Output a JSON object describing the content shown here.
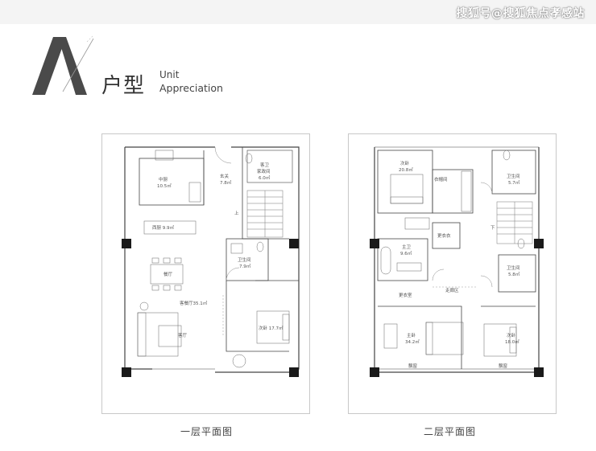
{
  "watermark": "搜狐号@搜狐焦点孝感站",
  "header": {
    "letter": "A",
    "title_cn": "户型",
    "title_en_line1": "Unit",
    "title_en_line2": "Appreciation"
  },
  "floor1": {
    "caption": "一层平面图",
    "rooms": {
      "kitchen": "中厨",
      "kitchen_area": "10.5㎡",
      "western_kitchen": "西厨 9.9㎡",
      "dining": "餐厅",
      "living_total": "客餐厅35.1㎡",
      "living": "客厅",
      "foyer": "玄关",
      "foyer_area": "7.8㎡",
      "guest_bath": "客卫",
      "laundry": "家政间",
      "laundry_area": "6.0㎡",
      "up": "上",
      "bathroom": "卫生间",
      "bathroom_area": "7.9㎡",
      "bedroom": "次卧 17.7㎡"
    }
  },
  "floor2": {
    "caption": "二层平面图",
    "rooms": {
      "bedroom2": "次卧",
      "bedroom2_area": "20.8㎡",
      "cloakroom": "衣帽间",
      "bath1": "卫生间",
      "bath1_area": "5.7㎡",
      "main_bath": "主卫",
      "main_bath_area": "9.6㎡",
      "wardrobe": "更衣衣",
      "down": "下",
      "bath2": "卫生间",
      "bath2_area": "5.8㎡",
      "dressing": "更衣室",
      "corridor": "走廊区",
      "master": "主卧",
      "master_area": "34.2㎡",
      "bedroom3": "次卧",
      "bedroom3_area": "18.0㎡",
      "balcony_left": "飘窗",
      "balcony_right": "飘窗"
    }
  }
}
